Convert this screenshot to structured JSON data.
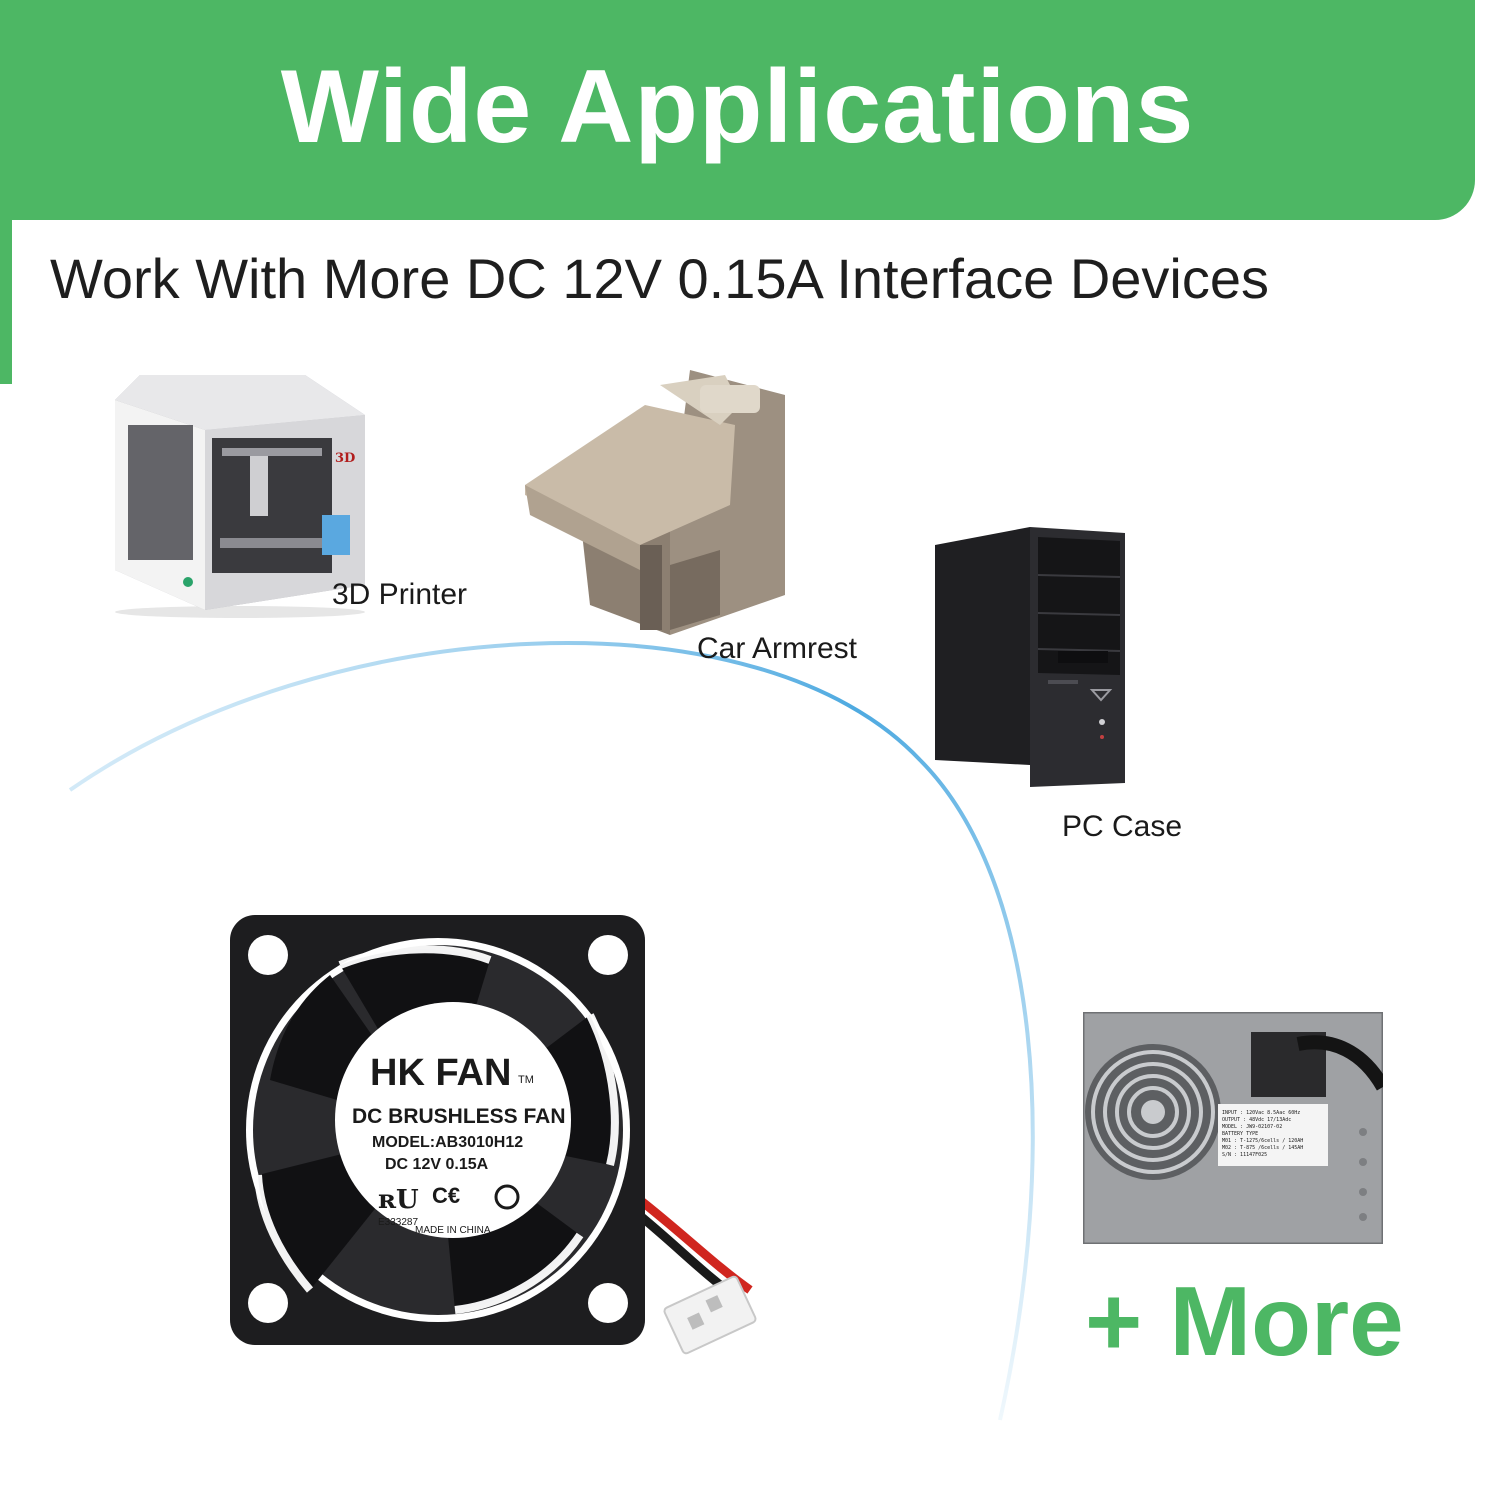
{
  "header": {
    "title": "Wide Applications",
    "subtitle": "Work With More DC 12V 0.15A Interface Devices"
  },
  "applications": [
    {
      "label": "3D Printer",
      "icon": "3d-printer-icon"
    },
    {
      "label": "Car Armrest",
      "icon": "car-armrest-icon"
    },
    {
      "label": "PC Case",
      "icon": "pc-case-icon"
    }
  ],
  "more_label": "+ More",
  "fan": {
    "brand": "HK FAN",
    "tm": "TM",
    "type": "DC BRUSHLESS FAN",
    "model": "MODEL:AB3010H12",
    "rating": "DC 12V  0.15A",
    "cert": "E333287",
    "origin": "MADE IN CHINA"
  },
  "psu_label": {
    "lines": [
      "INPUT : 120Vac 8.5Aac 60Hz",
      "OUTPUT : 48Vdc 17/13Adc",
      "MODEL : JW9-02107-02",
      "BATTERY TYPE",
      "M01 : T-1275/6cells / 120AH",
      "M02 : T-875 /6cells / 145AH",
      "S/N : 11147F025"
    ]
  },
  "colors": {
    "brand_green": "#4db764",
    "arc_blue": "#3aa0dd"
  }
}
